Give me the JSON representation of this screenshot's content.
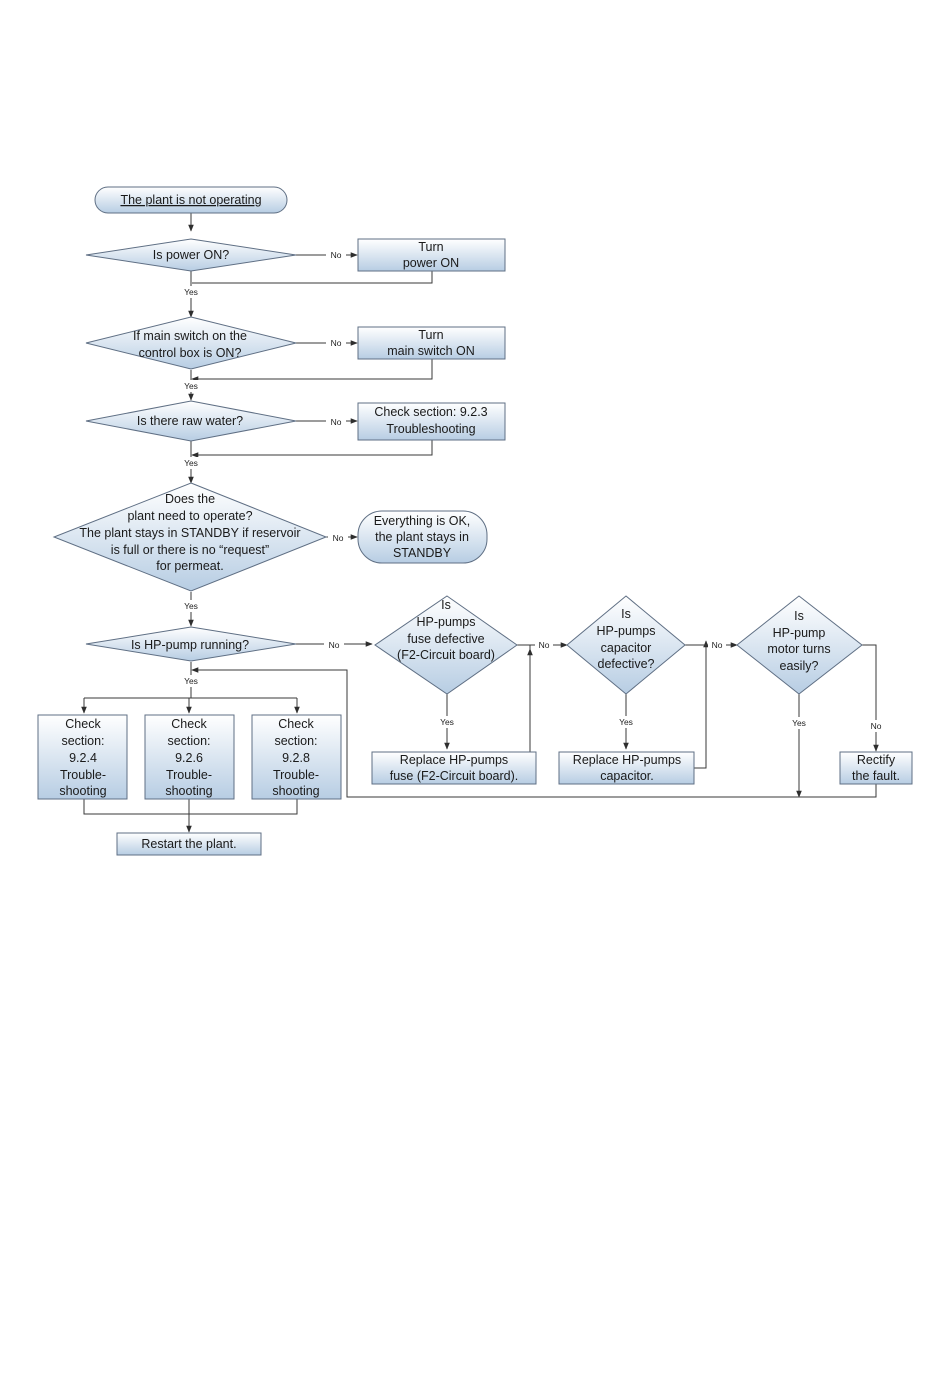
{
  "nodes": {
    "start": [
      "The plant is not operating"
    ],
    "q_power": [
      "Is power ON?"
    ],
    "a_power": [
      "Turn",
      "power ON"
    ],
    "q_switch": [
      "If main switch on the",
      "control box is ON?"
    ],
    "a_switch": [
      "Turn",
      "main switch ON"
    ],
    "q_water": [
      "Is there raw water?"
    ],
    "a_water": [
      "Check section: 9.2.3",
      "Troubleshooting"
    ],
    "q_operate": [
      "Does the",
      "plant need to operate?",
      "The plant stays in STANDBY if reservoir",
      "is full or there is no “request”",
      "for permeat."
    ],
    "a_operate": [
      "Everything is OK,",
      "the plant stays in",
      "STANDBY"
    ],
    "q_hp": [
      "Is HP-pump running?"
    ],
    "q_fuse": [
      "Is",
      "HP-pumps",
      "fuse defective",
      "(F2-Circuit board)"
    ],
    "a_fuse": [
      "Replace HP-pumps",
      "fuse (F2-Circuit board)."
    ],
    "q_cap": [
      "Is",
      "HP-pumps",
      "capacitor",
      "defective?"
    ],
    "a_cap": [
      "Replace HP-pumps",
      "capacitor."
    ],
    "q_motor": [
      "Is",
      "HP-pump",
      "motor turns",
      "easily?"
    ],
    "a_rectify": [
      "Rectify",
      "the fault."
    ],
    "c1": [
      "Check",
      "section:",
      "9.2.4",
      "Trouble-",
      "shooting"
    ],
    "c2": [
      "Check",
      "section:",
      "9.2.6",
      "Trouble-",
      "shooting"
    ],
    "c3": [
      "Check",
      "section:",
      "9.2.8",
      "Trouble-",
      "shooting"
    ],
    "restart": [
      "Restart the plant."
    ]
  },
  "labels": {
    "yes": "Yes",
    "no": "No"
  },
  "colors": {
    "fill_top": "#ffffff",
    "fill_bottom": "#b7cde3",
    "stroke": "#5f6f84",
    "line": "#3a3a3a"
  }
}
